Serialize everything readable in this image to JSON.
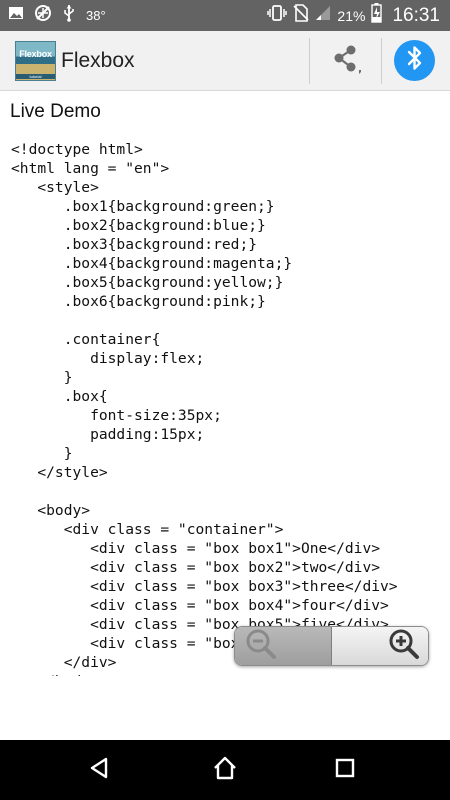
{
  "status_bar": {
    "temperature": "38°",
    "battery_percent": "21%",
    "time": "16:31",
    "left_icons": [
      "image-icon",
      "crosshair-sync-icon",
      "usb-icon"
    ],
    "right_icons": [
      "vibrate-icon",
      "no-sim-icon",
      "signal-icon",
      "battery-charging-icon"
    ]
  },
  "toolbar": {
    "logo_text": "Flexbox",
    "logo_subtext": "tutorial",
    "title": "Flexbox",
    "actions": [
      "share-icon",
      "bluetooth-icon"
    ],
    "accent_color": "#2196f3"
  },
  "content": {
    "heading": "Live Demo",
    "code": "<!doctype html>\n<html lang = \"en\">\n   <style>\n      .box1{background:green;}\n      .box2{background:blue;}\n      .box3{background:red;}\n      .box4{background:magenta;}\n      .box5{background:yellow;}\n      .box6{background:pink;}\n\n      .container{\n         display:flex;\n      }\n      .box{\n         font-size:35px;\n         padding:15px;\n      }\n   </style>\n\n   <body>\n      <div class = \"container\">\n         <div class = \"box box1\">One</div>\n         <div class = \"box box2\">two</div>\n         <div class = \"box box3\">three</div>\n         <div class = \"box box4\">four</div>\n         <div class = \"box box5\">five</div>\n         <div class = \"box box6\">six</div>\n      </div>\n   </body>"
  },
  "zoom_controls": {
    "zoom_out_icon": "zoom-out-icon",
    "zoom_in_icon": "zoom-in-icon"
  },
  "nav_bar": {
    "buttons": [
      "back-icon",
      "home-icon",
      "recents-icon"
    ]
  }
}
